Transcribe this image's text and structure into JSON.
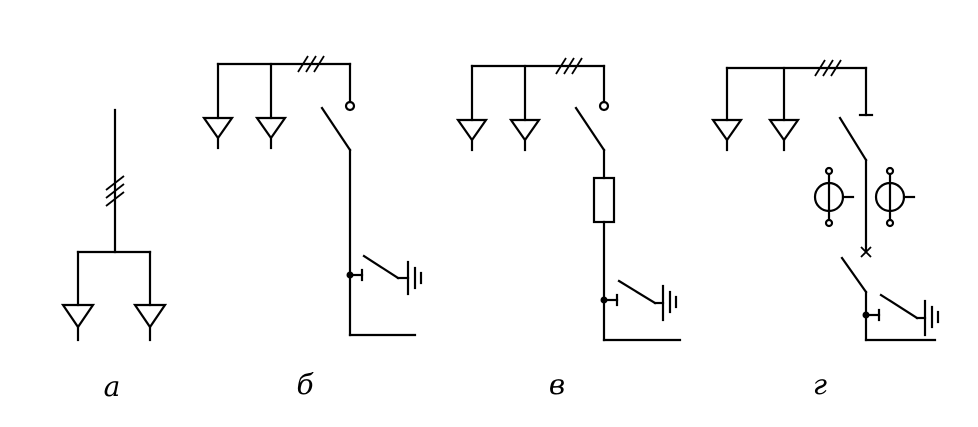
{
  "captions": {
    "a": "а",
    "b": "б",
    "v": "в",
    "g": "г"
  },
  "colors": {
    "line": "#000000",
    "background": "#ffffff"
  }
}
